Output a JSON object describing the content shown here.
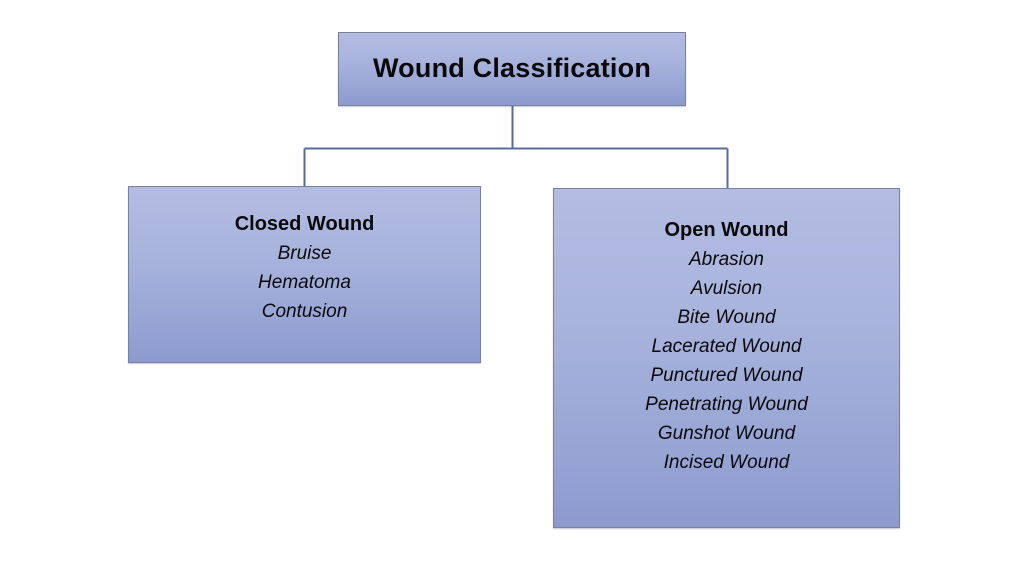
{
  "diagram": {
    "title": "Wound Classification",
    "background_color": "#ffffff",
    "box_fill_top": "#b3bce2",
    "box_fill_bottom": "#8c9ace",
    "box_border_color": "#7a8299",
    "connector_color": "#5b6b97",
    "text_color": "#0a0a0a",
    "root": {
      "label": "Wound Classification"
    },
    "branches": [
      {
        "heading": "Closed Wound",
        "items": [
          "Bruise",
          "Hematoma",
          "Contusion"
        ]
      },
      {
        "heading": "Open Wound",
        "items": [
          "Abrasion",
          "Avulsion",
          "Bite Wound",
          "Lacerated Wound",
          "Punctured Wound",
          "Penetrating Wound",
          "Gunshot Wound",
          "Incised Wound"
        ]
      }
    ]
  }
}
